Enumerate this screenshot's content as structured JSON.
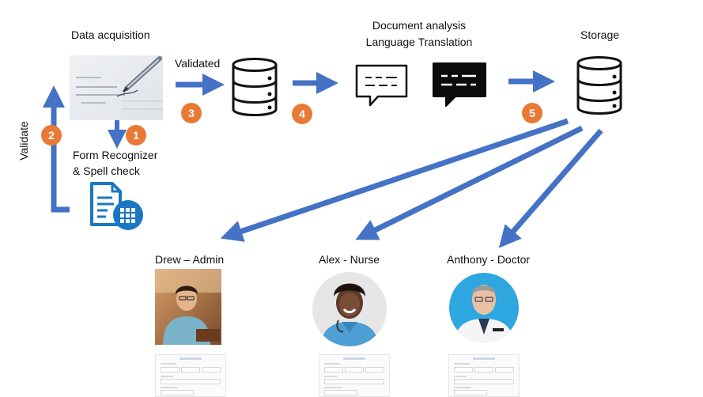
{
  "diagram": {
    "stages": {
      "acquisition": "Data acquisition",
      "analysis_line1": "Document analysis",
      "analysis_line2": "Language Translation",
      "storage": "Storage"
    },
    "edge_labels": {
      "validated": "Validated",
      "validate": "Validate",
      "recognizer_line1": "Form Recognizer",
      "recognizer_line2": "& Spell check"
    },
    "steps": [
      "1",
      "2",
      "3",
      "4",
      "5"
    ],
    "users": [
      {
        "name": "Drew – Admin"
      },
      {
        "name": "Alex - Nurse"
      },
      {
        "name": "Anthony - Doctor"
      }
    ],
    "icons": [
      "form-photo-icon",
      "form-recognizer-icon",
      "database-icon",
      "chat-bubble-icon",
      "chat-bubble-filled-icon",
      "user-photo-icon",
      "form-thumbnail-icon"
    ],
    "colors": {
      "arrow": "#4472c4",
      "badge": "#e87a35",
      "icon_blue": "#1a78c2",
      "avatar_bg": "#2ea6e0"
    }
  }
}
